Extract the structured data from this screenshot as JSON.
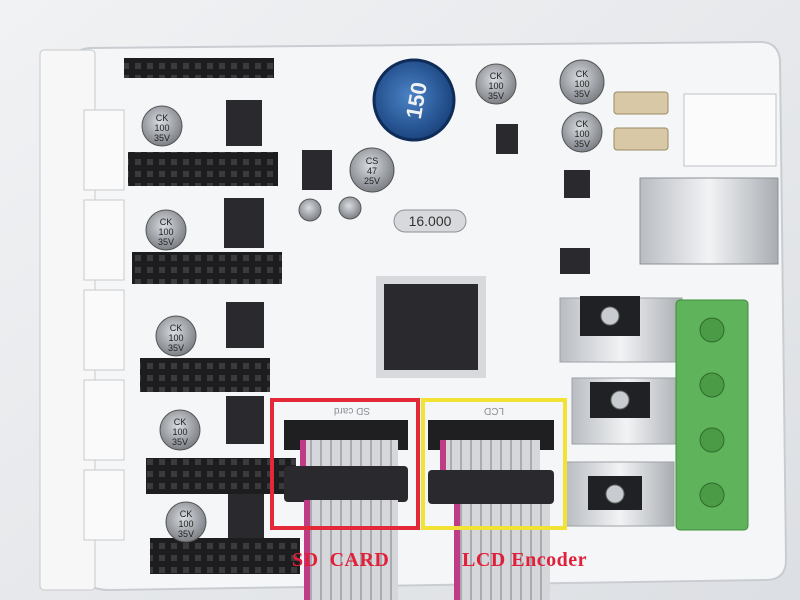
{
  "photo": {
    "subject": "3D printer controller board",
    "colors": {
      "board": "#f4f5f7",
      "header": "#1d1d20",
      "sd_box": "#e3283a",
      "lcd_box": "#f2e236",
      "label": "#e0203a",
      "terminal_green": "#5fb35a",
      "ribbon": "#cfd0d3",
      "ribbon_stripe": "#c03b86"
    }
  },
  "board": {
    "big_inductor": "150",
    "capacitors": [
      {
        "id": "cap1",
        "lines": [
          "CK",
          "100",
          "35V"
        ]
      },
      {
        "id": "cap2",
        "lines": [
          "CK",
          "100",
          "35V"
        ]
      },
      {
        "id": "cap3",
        "lines": [
          "CK",
          "100",
          "35V"
        ]
      },
      {
        "id": "cap4",
        "lines": [
          "CK",
          "100",
          "35V"
        ]
      },
      {
        "id": "cap5",
        "lines": [
          "CK",
          "100",
          "35V"
        ]
      },
      {
        "id": "cap6",
        "lines": [
          "CK",
          "100",
          "35V"
        ]
      },
      {
        "id": "cap7",
        "lines": [
          "CK",
          "100",
          "35V"
        ]
      },
      {
        "id": "cap8",
        "lines": [
          "CK",
          "100",
          "35V"
        ]
      },
      {
        "id": "cap9",
        "lines": [
          "CS",
          "47",
          "25V"
        ]
      }
    ],
    "crystal": "16.000",
    "sd_silk": "SD card",
    "lcd_silk": "LCD"
  },
  "annotations": {
    "sd_card": "SD  CARD",
    "lcd_encoder": "LCD Encoder"
  }
}
